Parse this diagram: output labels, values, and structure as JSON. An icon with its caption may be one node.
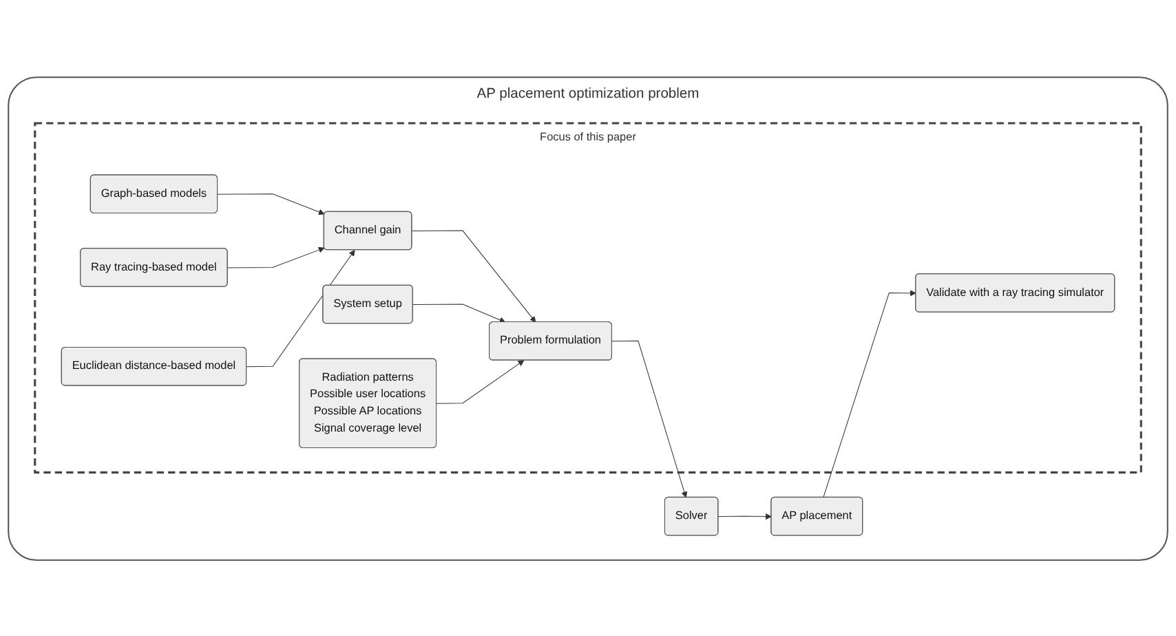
{
  "diagram": {
    "nodes": [
      {
        "text": [
          "AP placement optimization problem"
        ]
      },
      {
        "text": [
          "Focus of this paper"
        ],
        "in": 0
      },
      {
        "text": [
          "Graph-based models"
        ],
        "in": 1
      },
      {
        "text": [
          "Ray tracing-based model"
        ],
        "in": 1
      },
      {
        "text": [
          "Euclidean distance-based model"
        ],
        "in": 1
      },
      {
        "text": [
          "Channel gain"
        ],
        "in": 1
      },
      {
        "text": [
          "System setup"
        ],
        "in": 1
      },
      {
        "text": [
          "Problem formulation"
        ],
        "in": 1
      },
      {
        "text": [
          "Radiation patterns",
          "Possible user locations",
          "Possible AP locations",
          "Signal coverage level"
        ],
        "in": 1
      },
      {
        "text": [
          "Solver"
        ],
        "in": 0
      },
      {
        "text": [
          "AP placement"
        ],
        "in": 0
      },
      {
        "text": [
          "Validate with a ray tracing simulator"
        ],
        "in": 1
      }
    ],
    "edges": [
      {
        "from": 2,
        "to": 5,
        "arrow": "to"
      },
      {
        "from": 3,
        "to": 5,
        "arrow": "to"
      },
      {
        "from": 4,
        "to": 5,
        "arrow": "to"
      },
      {
        "from": 5,
        "to": 7,
        "arrow": "to"
      },
      {
        "from": 6,
        "to": 7,
        "arrow": "to"
      },
      {
        "from": 8,
        "to": 7,
        "arrow": "to"
      },
      {
        "from": 7,
        "to": 9,
        "arrow": "to"
      },
      {
        "from": 9,
        "to": 10,
        "arrow": "to"
      },
      {
        "from": 10,
        "to": 11,
        "arrow": "to"
      }
    ]
  }
}
